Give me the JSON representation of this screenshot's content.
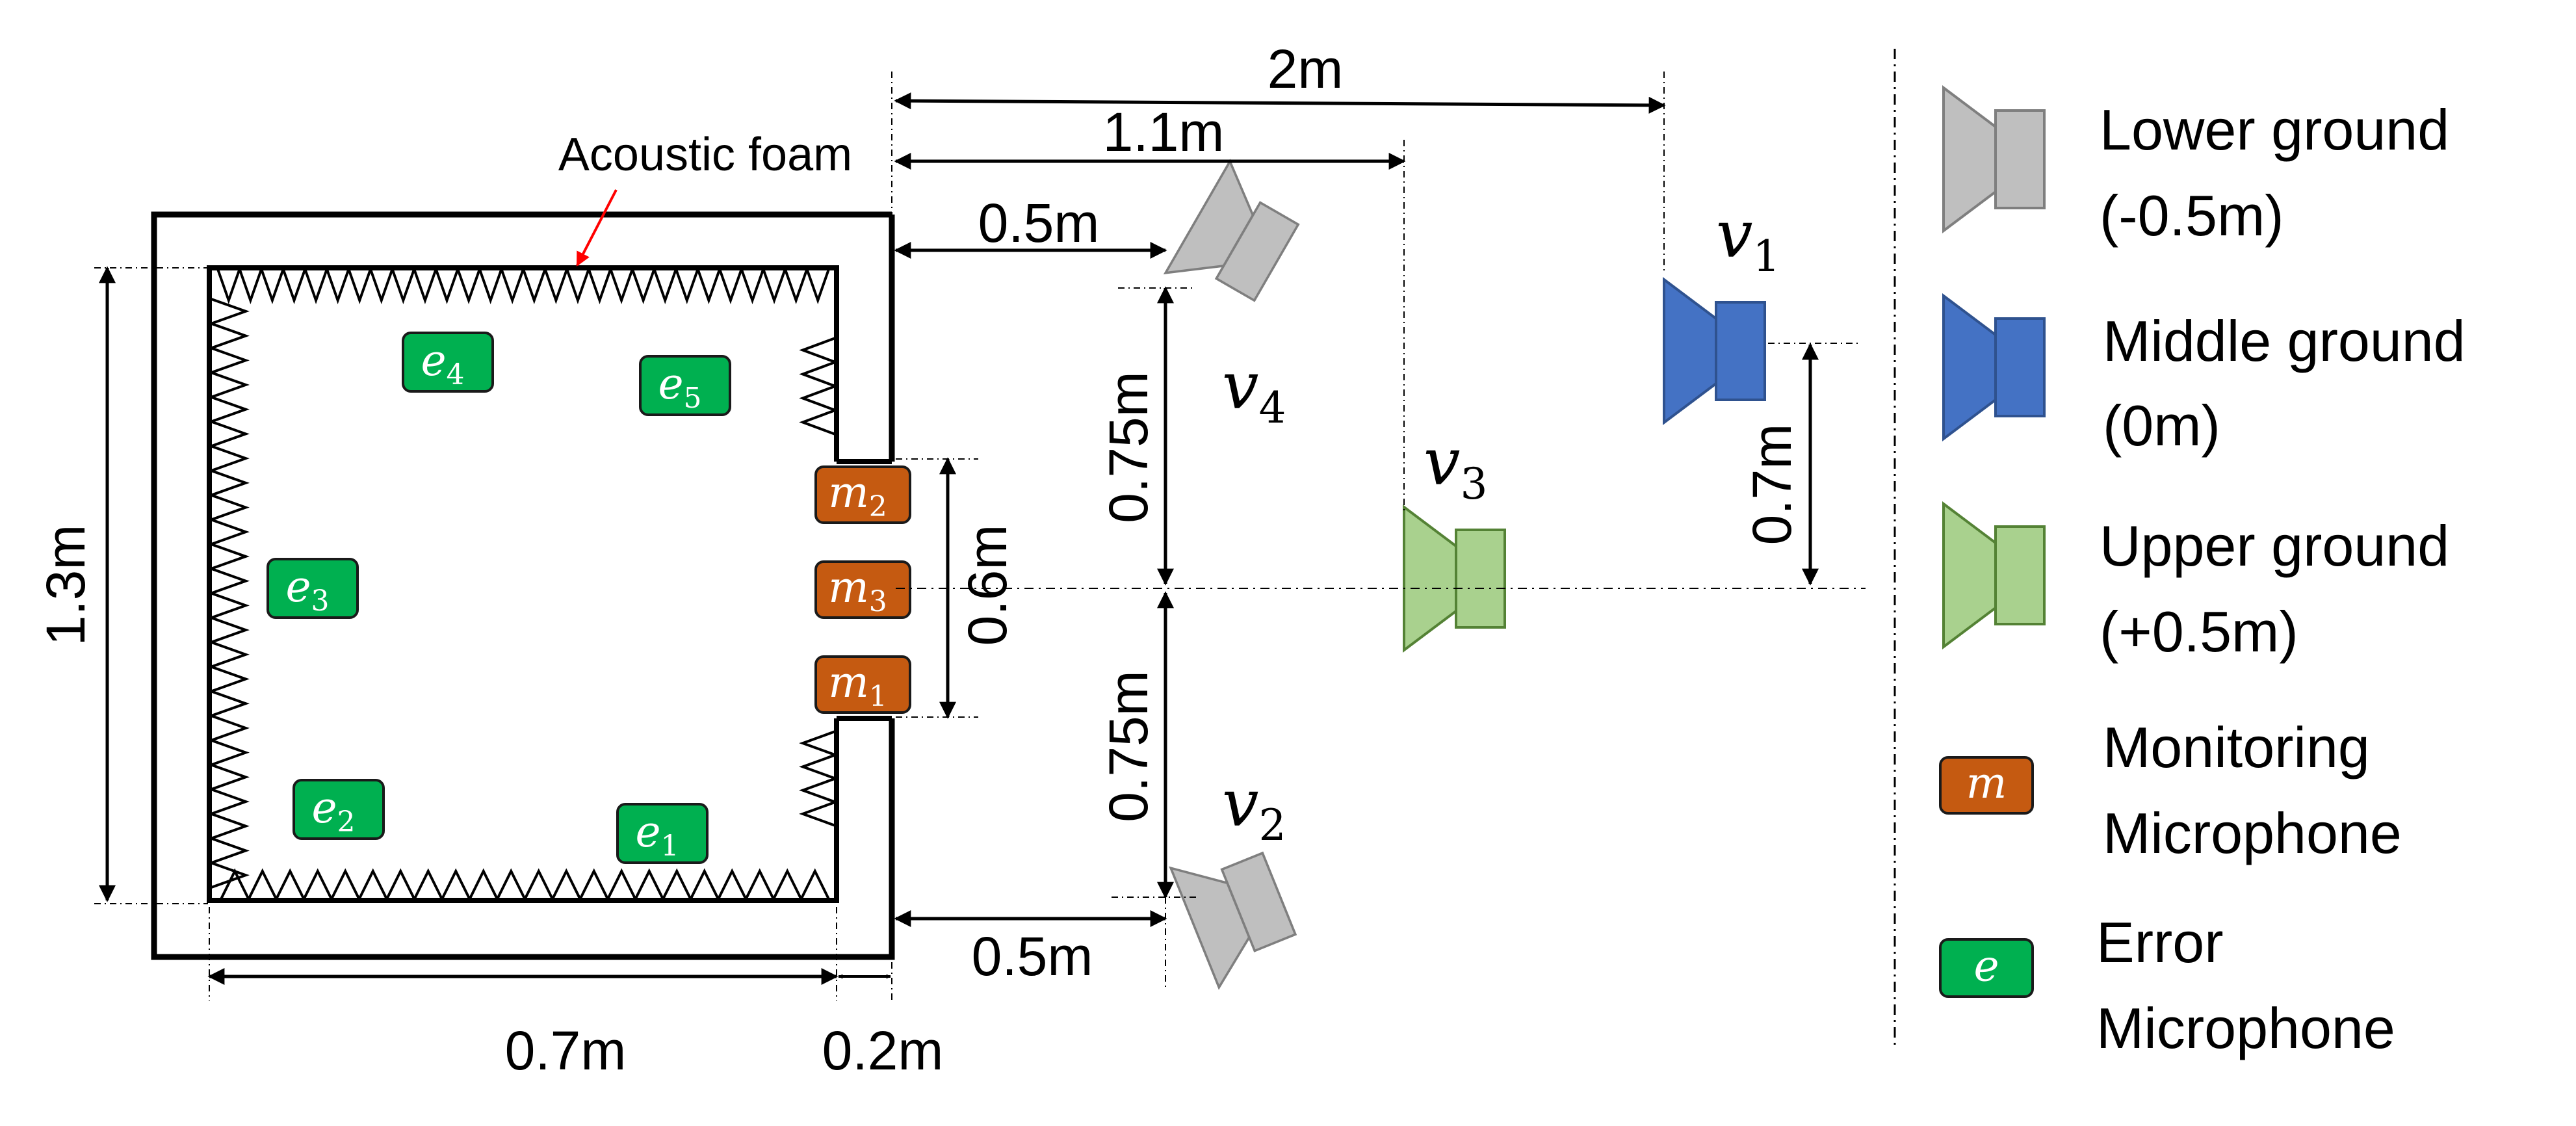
{
  "room": {
    "foam_label": "Acoustic foam",
    "mics": {
      "error": [
        {
          "letter": "e",
          "sub": "4"
        },
        {
          "letter": "e",
          "sub": "5"
        },
        {
          "letter": "e",
          "sub": "3"
        },
        {
          "letter": "e",
          "sub": "2"
        },
        {
          "letter": "e",
          "sub": "1"
        }
      ],
      "monitoring": [
        {
          "letter": "m",
          "sub": "2"
        },
        {
          "letter": "m",
          "sub": "3"
        },
        {
          "letter": "m",
          "sub": "1"
        }
      ]
    }
  },
  "dimensions": {
    "room_height": "1.3m",
    "room_width": "0.7m",
    "wall": "0.2m",
    "mic_span": "0.6m",
    "v4_offset": "0.5m",
    "v2_offset": "0.5m",
    "v4_lateral": "0.75m",
    "v2_lateral": "0.75m",
    "v3_distance": "1.1m",
    "v1_distance": "2m",
    "v1_lateral": "0.7m"
  },
  "speakers": {
    "v1": {
      "letter": "v",
      "sub": "1",
      "level": "middle"
    },
    "v2": {
      "letter": "v",
      "sub": "2",
      "level": "lower"
    },
    "v3": {
      "letter": "v",
      "sub": "3",
      "level": "upper"
    },
    "v4": {
      "letter": "v",
      "sub": "4",
      "level": "lower"
    }
  },
  "legend": {
    "lower": {
      "line1": "Lower ground",
      "line2": "(-0.5m)"
    },
    "middle": {
      "line1": "Middle ground",
      "line2": "(0m)"
    },
    "upper": {
      "line1": "Upper ground",
      "line2": "(+0.5m)"
    },
    "monitoring": {
      "line1": "Monitoring",
      "line2": "Microphone",
      "symbol": "m"
    },
    "error": {
      "line1": "Error",
      "line2": "Microphone",
      "symbol": "e"
    }
  },
  "colors": {
    "lower_fill": "#bfbfbf",
    "lower_stroke": "#7f7f7f",
    "middle_fill": "#4472c4",
    "middle_stroke": "#2f528f",
    "upper_fill": "#a9d18e",
    "upper_stroke": "#548235",
    "monitoring": "#c55a11",
    "error": "#00b050",
    "foam_arrow": "#ff0000"
  }
}
